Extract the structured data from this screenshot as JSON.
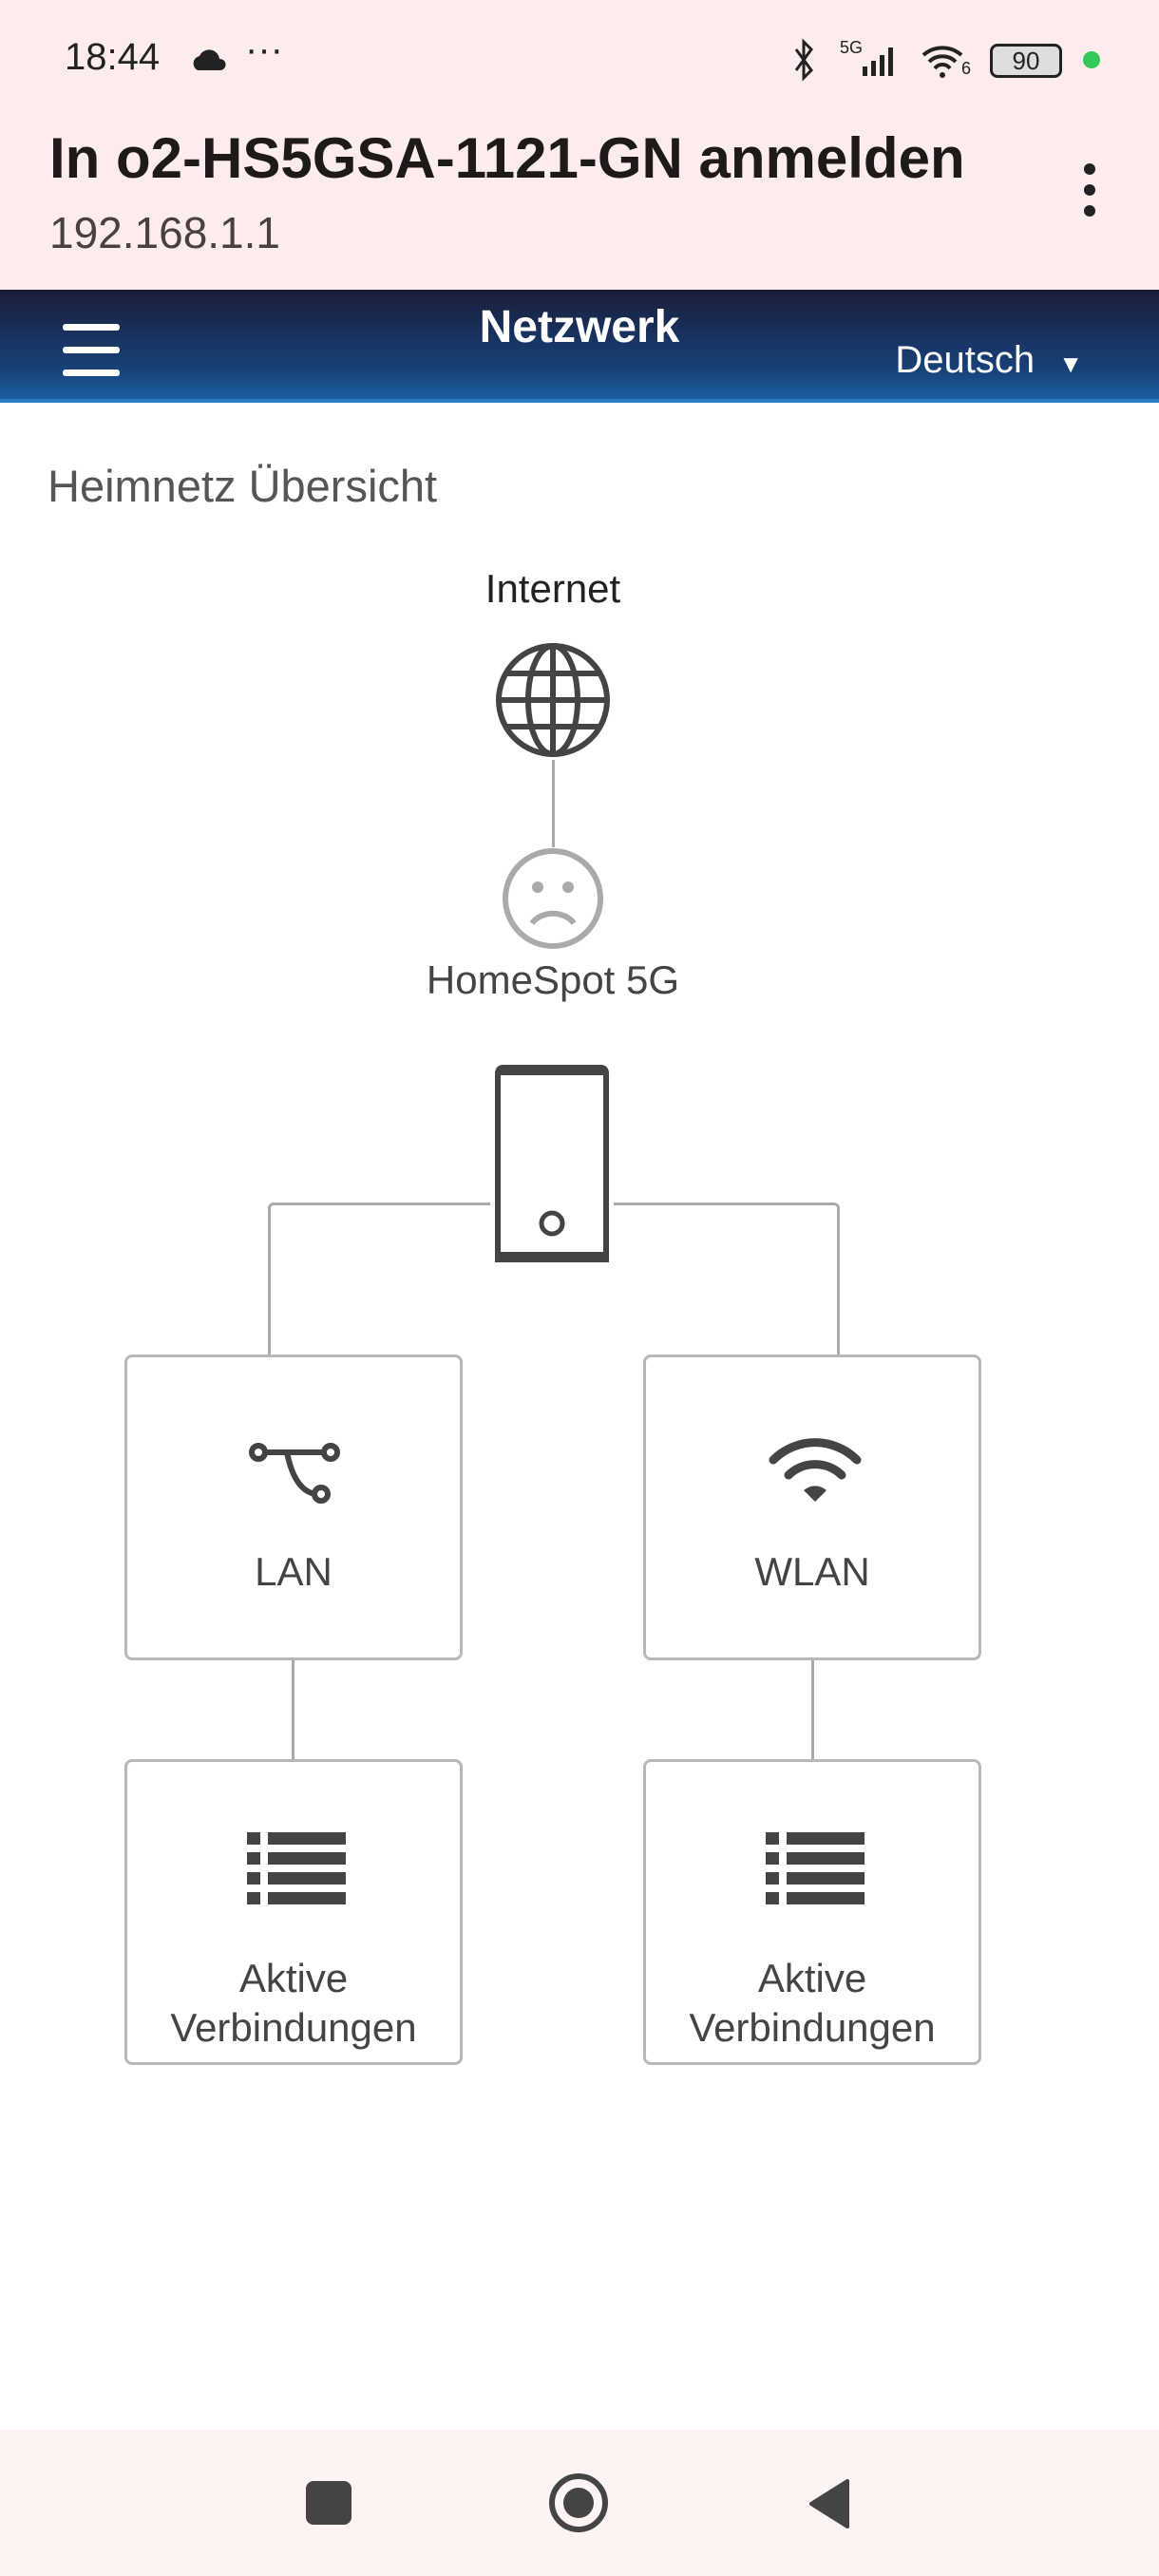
{
  "status_bar": {
    "time": "18:44",
    "network": "5G",
    "wifi_badge": "6",
    "battery": "90"
  },
  "browser": {
    "title": "In o2-HS5GSA-1121-GN anmelden",
    "url": "192.168.1.1"
  },
  "nav": {
    "title": "Netzwerk",
    "language": "Deutsch"
  },
  "page": {
    "heading": "Heimnetz Übersicht",
    "internet_label": "Internet",
    "device_label": "HomeSpot 5G",
    "lan_label": "LAN",
    "wlan_label": "WLAN",
    "lan_connections": {
      "line1": "Aktive",
      "line2": "Verbindungen"
    },
    "wlan_connections": {
      "line1": "Aktive",
      "line2": "Verbindungen"
    }
  },
  "colors": {
    "nav_dark": "#1a1d3a",
    "nav_light": "#1a5fa0",
    "icon": "#444444",
    "status_dot": "#34c759"
  }
}
